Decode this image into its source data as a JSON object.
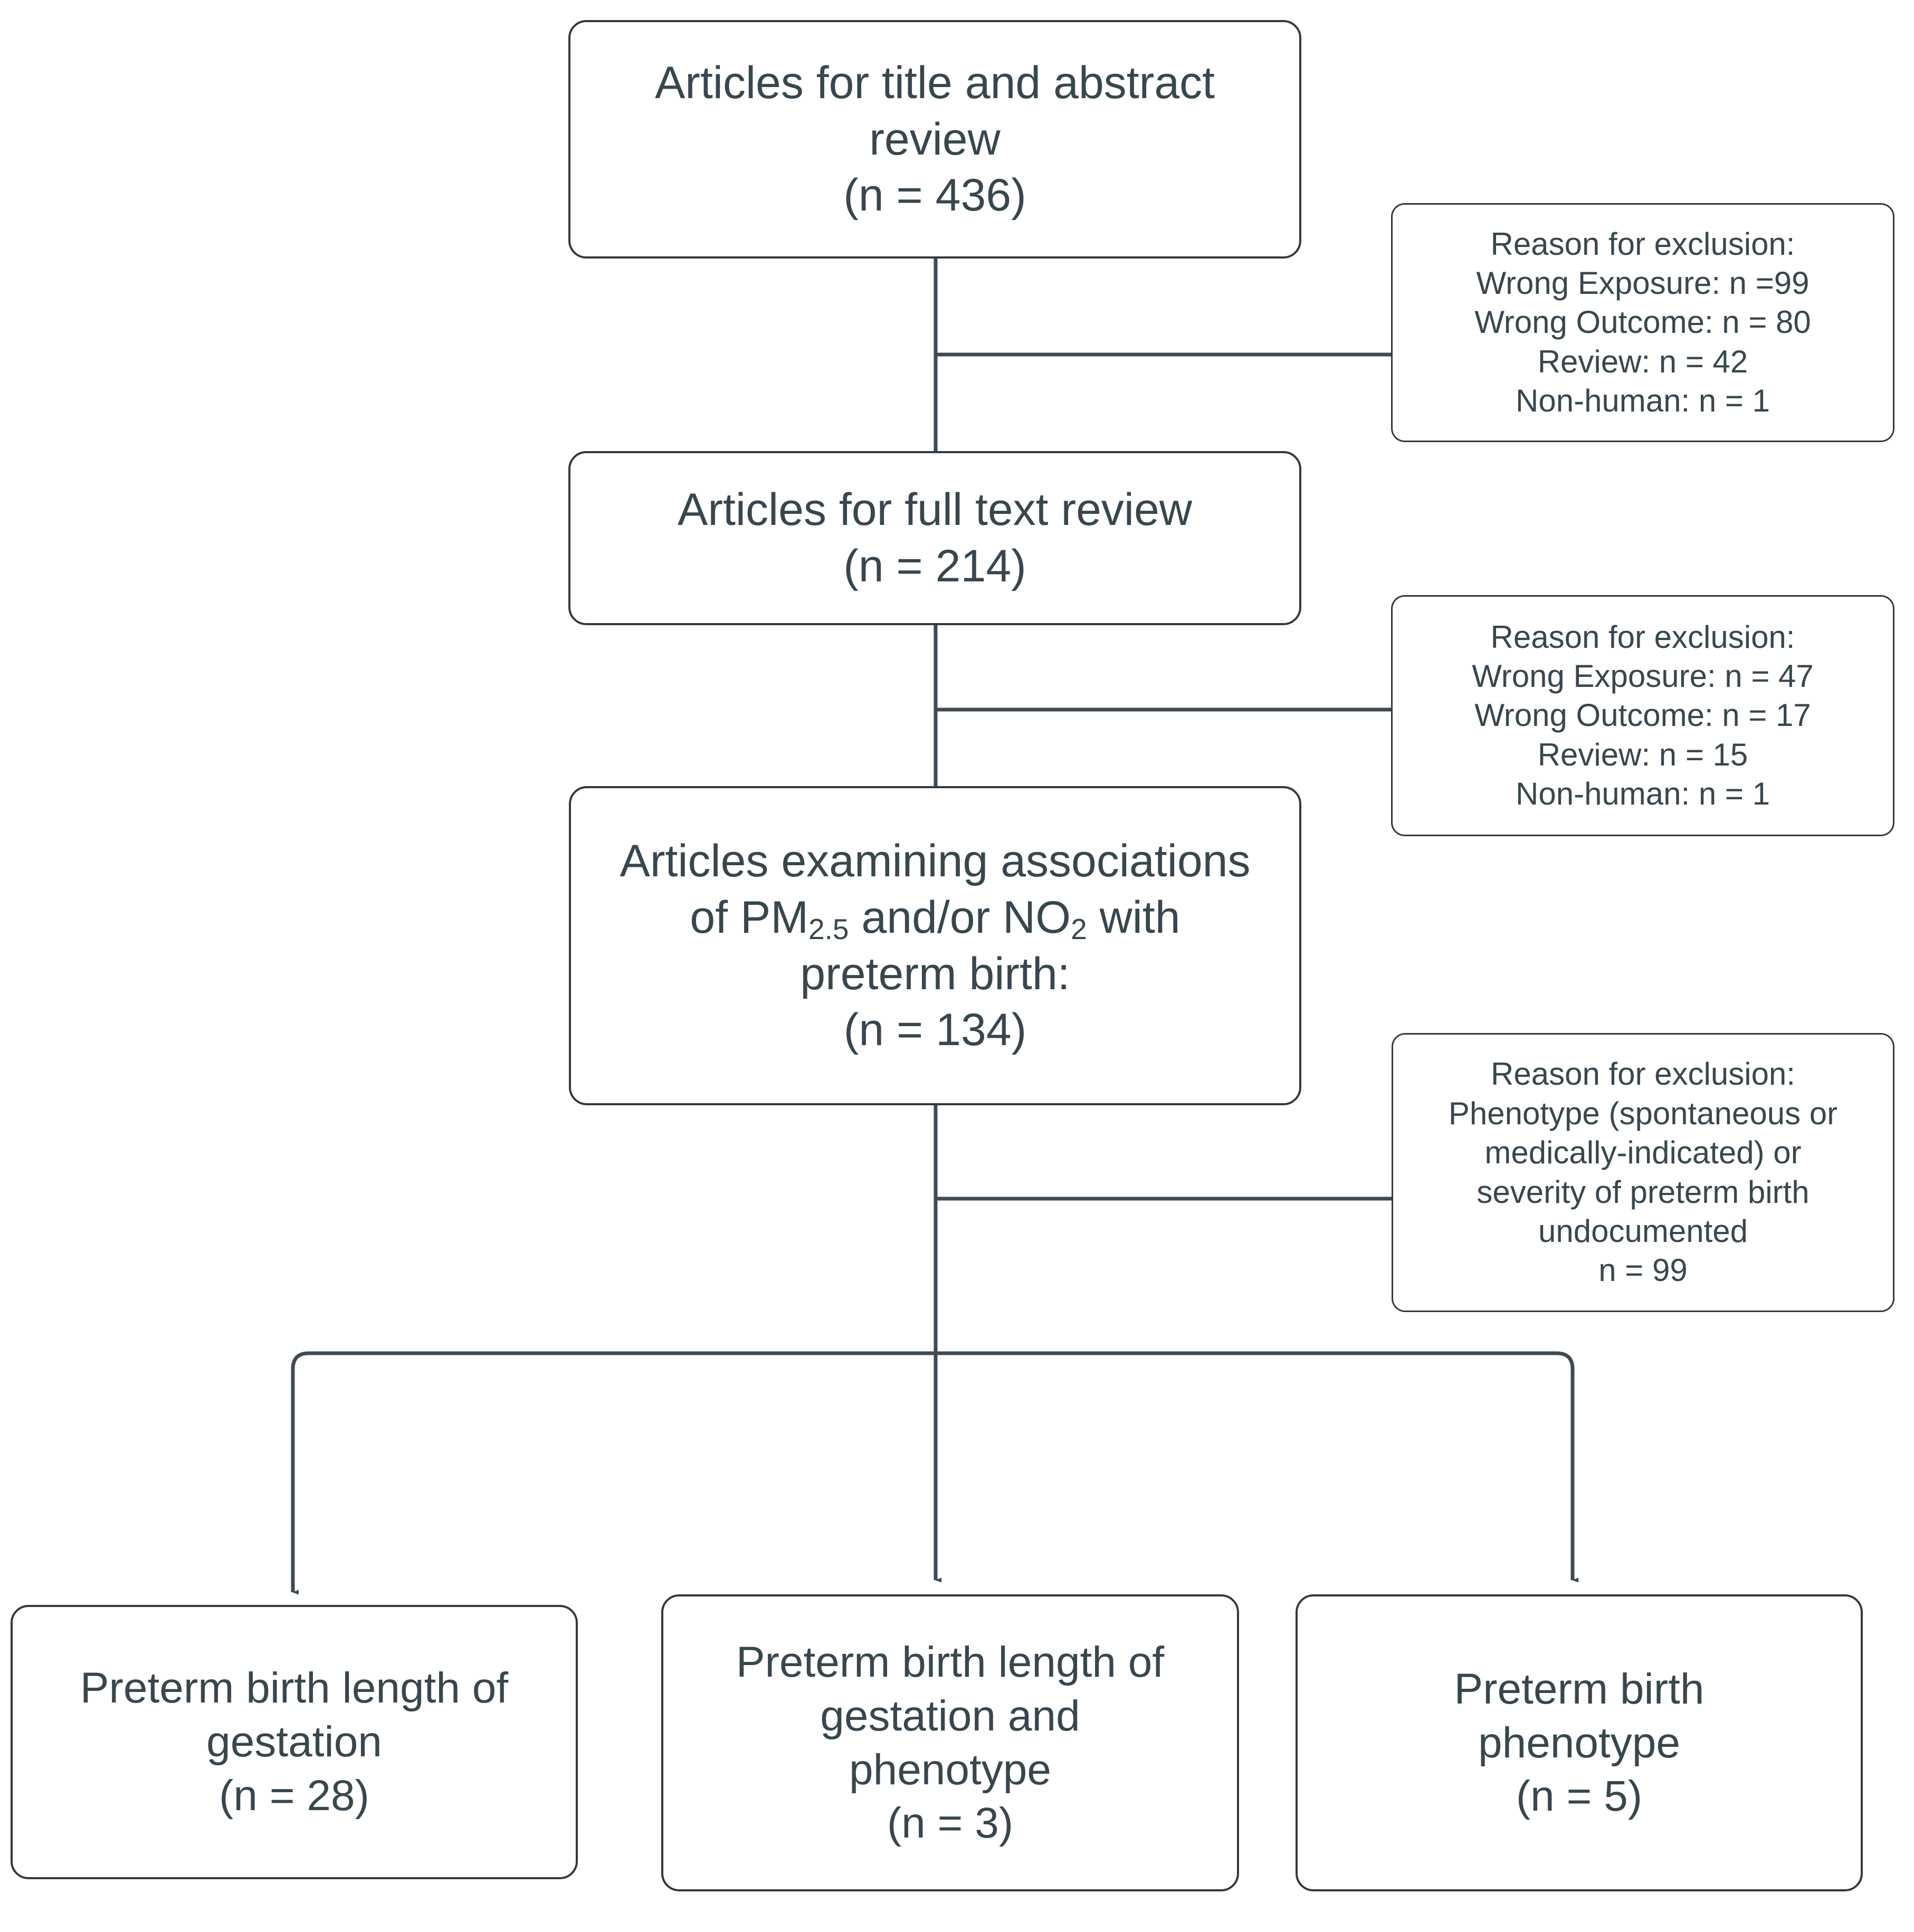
{
  "diagram": {
    "type": "prisma-flowchart",
    "title": "Article screening flow for preterm birth air pollution review",
    "colors": {
      "box_border": "#2f3a42",
      "text": "#37474f",
      "connector": "#3f4b54",
      "background": "#ffffff"
    },
    "nodes": {
      "title_abstract": {
        "line1": "Articles for title and abstract",
        "line2": "review",
        "line3": "(n = 436)",
        "n": 436
      },
      "full_text": {
        "line1": "Articles for full text review",
        "line2": "(n = 214)",
        "n": 214
      },
      "associations": {
        "line1": "Articles examining associations",
        "line2_a": "of PM",
        "line2_sub_a": "2.5",
        "line2_b": " and/or NO",
        "line2_sub_b": "2",
        "line2_c": " with",
        "line3": "preterm birth:",
        "line4": "(n = 134)",
        "n": 134
      }
    },
    "exclusions": [
      {
        "id": "exclusion-1",
        "heading": "Reason for exclusion:",
        "lines": [
          "Wrong Exposure: n =99",
          "Wrong Outcome: n = 80",
          "Review: n = 42",
          "Non-human: n = 1"
        ]
      },
      {
        "id": "exclusion-2",
        "heading": "Reason for exclusion:",
        "lines": [
          "Wrong Exposure: n = 47",
          "Wrong Outcome: n = 17",
          "Review: n = 15",
          "Non-human: n = 1"
        ]
      },
      {
        "id": "exclusion-3",
        "heading": "Reason for exclusion:",
        "lines": [
          "Phenotype (spontaneous or",
          "medically-indicated) or",
          "severity of preterm birth",
          "undocumented",
          "n = 99"
        ]
      }
    ],
    "outcomes": [
      {
        "id": "outcome-length-of-gestation",
        "line1": "Preterm birth length of",
        "line2": "gestation",
        "line3": "(n = 28)",
        "n": 28
      },
      {
        "id": "outcome-gestation-and-phenotype",
        "line1": "Preterm birth length of",
        "line2": "gestation and",
        "line3": "phenotype",
        "line4": "(n = 3)",
        "n": 3
      },
      {
        "id": "outcome-phenotype",
        "line1": "Preterm birth",
        "line2": "phenotype",
        "line3": "(n = 5)",
        "n": 5
      }
    ]
  }
}
